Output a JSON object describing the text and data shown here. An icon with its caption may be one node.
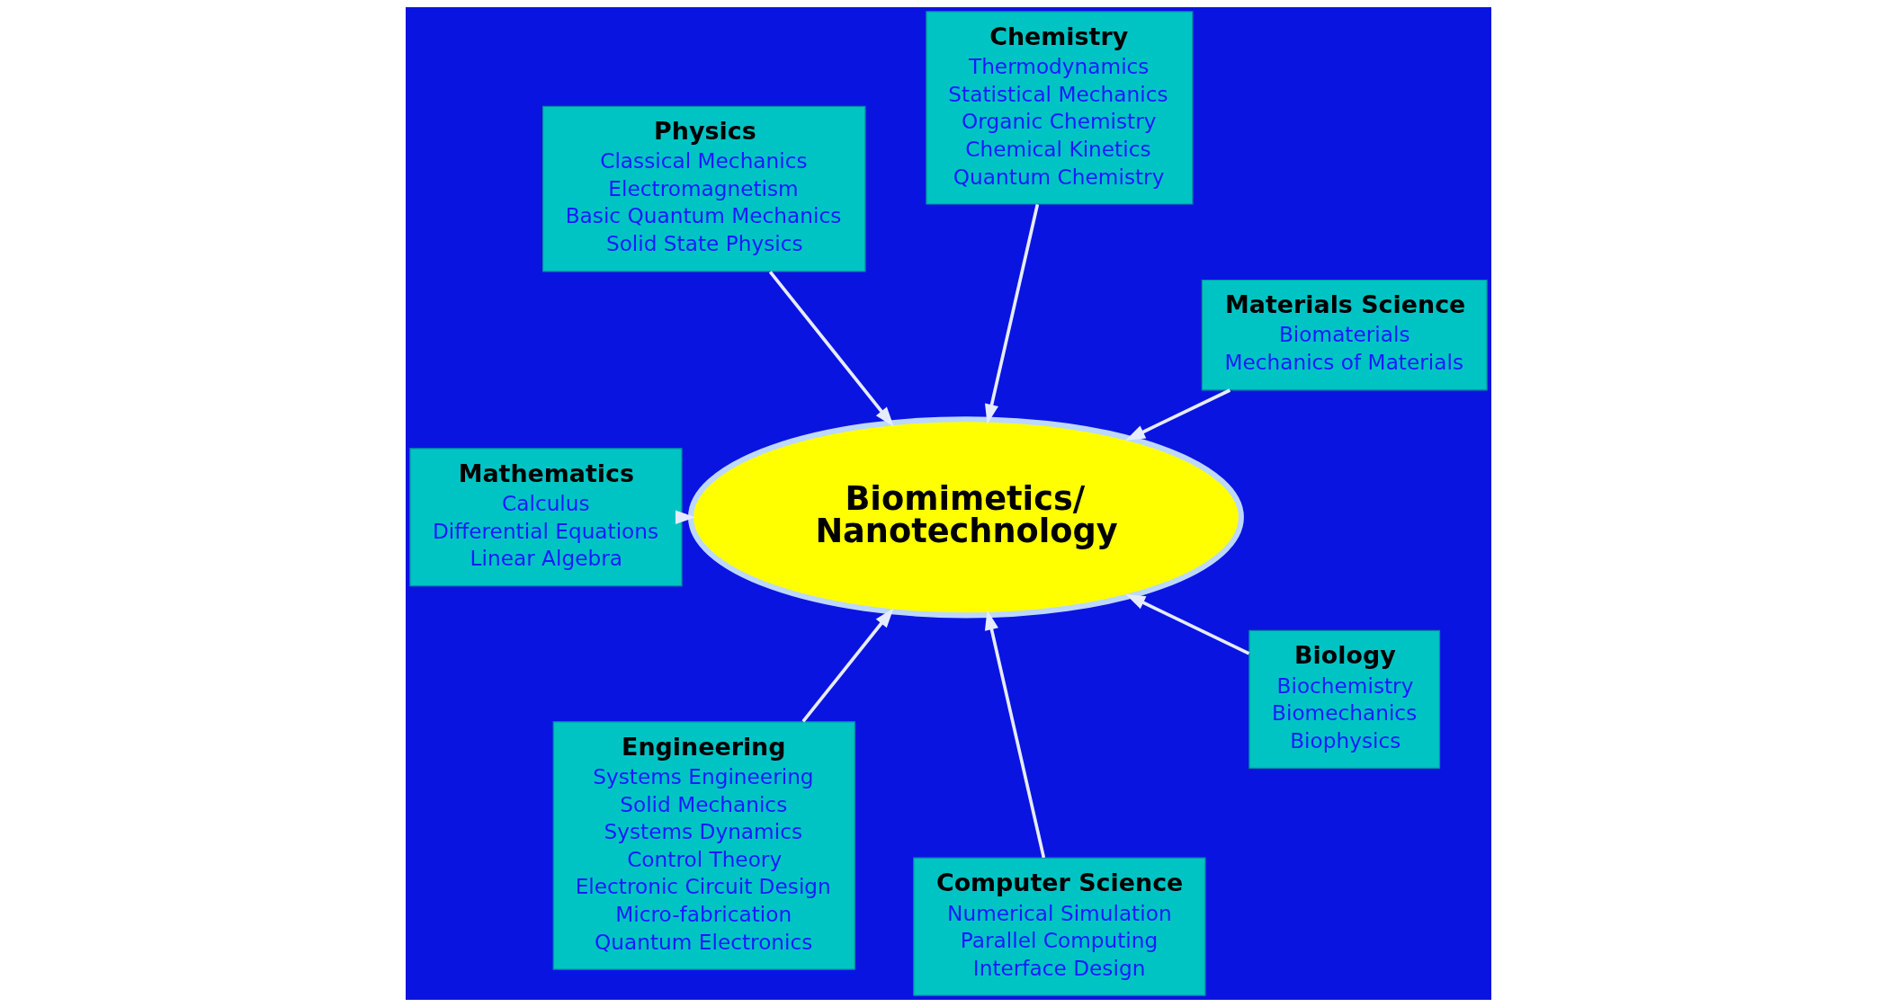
{
  "diagram": {
    "nodes": [
      {
        "text": [
          "Mathematics",
          "Calculus",
          "Differential Equations",
          "Linear Algebra"
        ]
      },
      {
        "text": [
          "Physics",
          "Classical Mechanics",
          "Electromagnetism",
          "Basic Quantum Mechanics",
          "Solid State Physics"
        ]
      },
      {
        "text": [
          "Chemistry",
          "Thermodynamics",
          "Statistical Mechanics",
          "Organic Chemistry",
          "Chemical Kinetics",
          "Quantum Chemistry"
        ]
      },
      {
        "text": [
          "Engineering",
          "Systems Engineering",
          "Solid Mechanics",
          "Systems Dynamics",
          "Control Theory",
          "Electronic Circuit Design",
          "Micro-fabrication",
          "Quantum Electronics"
        ]
      },
      {
        "text": [
          "Biomimetics/ Nanotechnology"
        ]
      },
      {
        "text": [
          "Materials Science",
          "Biomaterials",
          "Mechanics of Materials"
        ]
      },
      {
        "text": [
          "Computer Science",
          "Numerical Simulation",
          "Parallel Computing",
          "Interface Design"
        ]
      },
      {
        "text": [
          "Biology",
          "Biochemistry",
          "Biomechanics",
          "Biophysics"
        ]
      }
    ],
    "edges": [
      {
        "from": 0,
        "to": 4,
        "arrow": "to"
      },
      {
        "from": 1,
        "to": 4,
        "arrow": "to"
      },
      {
        "from": 2,
        "to": 4,
        "arrow": "to"
      },
      {
        "from": 3,
        "to": 4,
        "arrow": "to"
      },
      {
        "from": 5,
        "to": 4,
        "arrow": "to"
      },
      {
        "from": 6,
        "to": 4,
        "arrow": "to"
      },
      {
        "from": 7,
        "to": 4,
        "arrow": "to"
      }
    ]
  }
}
